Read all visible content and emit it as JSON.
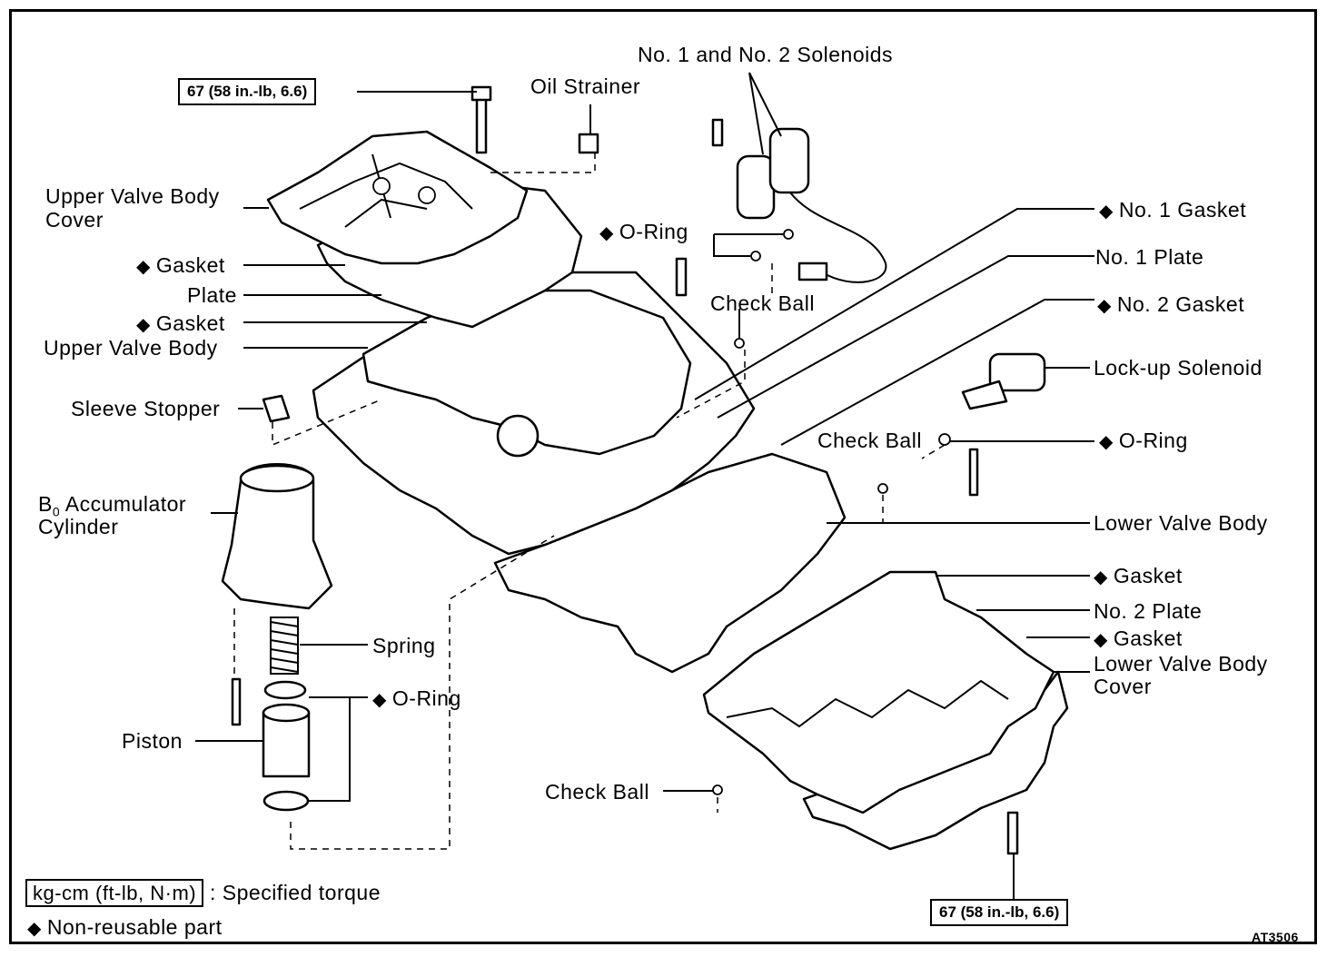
{
  "labels": {
    "solenoids": "No. 1 and No. 2 Solenoids",
    "oil_strainer": "Oil Strainer",
    "upper_cover_1": "Upper Valve Body",
    "upper_cover_2": "Cover",
    "gasket_a": "Gasket",
    "plate": "Plate",
    "gasket_b": "Gasket",
    "upper_valve_body": "Upper Valve Body",
    "sleeve_stopper": "Sleeve Stopper",
    "accumulator_1": "B",
    "accumulator_sub": "0",
    "accumulator_2": " Accumulator",
    "accumulator_3": "Cylinder",
    "spring": "Spring",
    "oring_left": "O-Ring",
    "piston": "Piston",
    "oring_top": "O-Ring",
    "check_ball_top": "Check Ball",
    "no1_gasket": "No. 1 Gasket",
    "no1_plate": "No. 1 Plate",
    "no2_gasket": "No. 2 Gasket",
    "lockup_solenoid": "Lock-up Solenoid",
    "check_ball_mid": "Check Ball",
    "oring_right": "O-Ring",
    "lower_valve_body": "Lower Valve Body",
    "gasket_c": "Gasket",
    "no2_plate": "No. 2 Plate",
    "gasket_d": "Gasket",
    "lower_cover_1": "Lower Valve Body",
    "lower_cover_2": "Cover",
    "check_ball_bottom": "Check Ball"
  },
  "torque_top": "67 (58 in.-lb, 6.6)",
  "torque_bottom": "67 (58 in.-lb, 6.6)",
  "legend": {
    "unit_box": "kg-cm (ft-lb, N·m)",
    "unit_text": ": Specified torque",
    "nonreusable_text": "Non-reusable part"
  },
  "diamond_symbol": "◆",
  "figure_code": "AT3506"
}
